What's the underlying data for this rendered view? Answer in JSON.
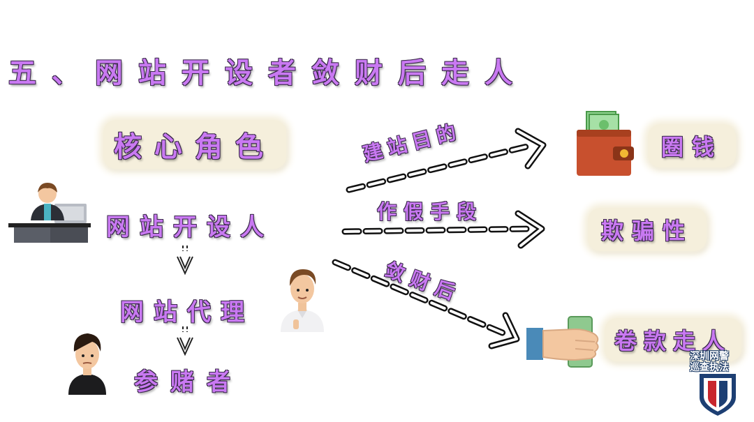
{
  "title": "五、网站开设者敛财后走人",
  "core_roles": "核心角色",
  "chain": {
    "opener": "网站开设人",
    "agent": "网站代理",
    "gambler": "参赌者"
  },
  "arrows": {
    "purpose": "建站目的",
    "fraud_means": "作假手段",
    "after_profit": "敛财后"
  },
  "results": {
    "money": "圈钱",
    "deceptive": "欺骗性",
    "run_away": "卷款走人"
  },
  "badge": {
    "line1": "深圳网警",
    "line2": "巡查执法"
  },
  "colors": {
    "text_purple": "#c979f2",
    "box_fill": "#f5efdc",
    "badge_blue": "#1d3f73",
    "badge_red": "#c8262d"
  }
}
